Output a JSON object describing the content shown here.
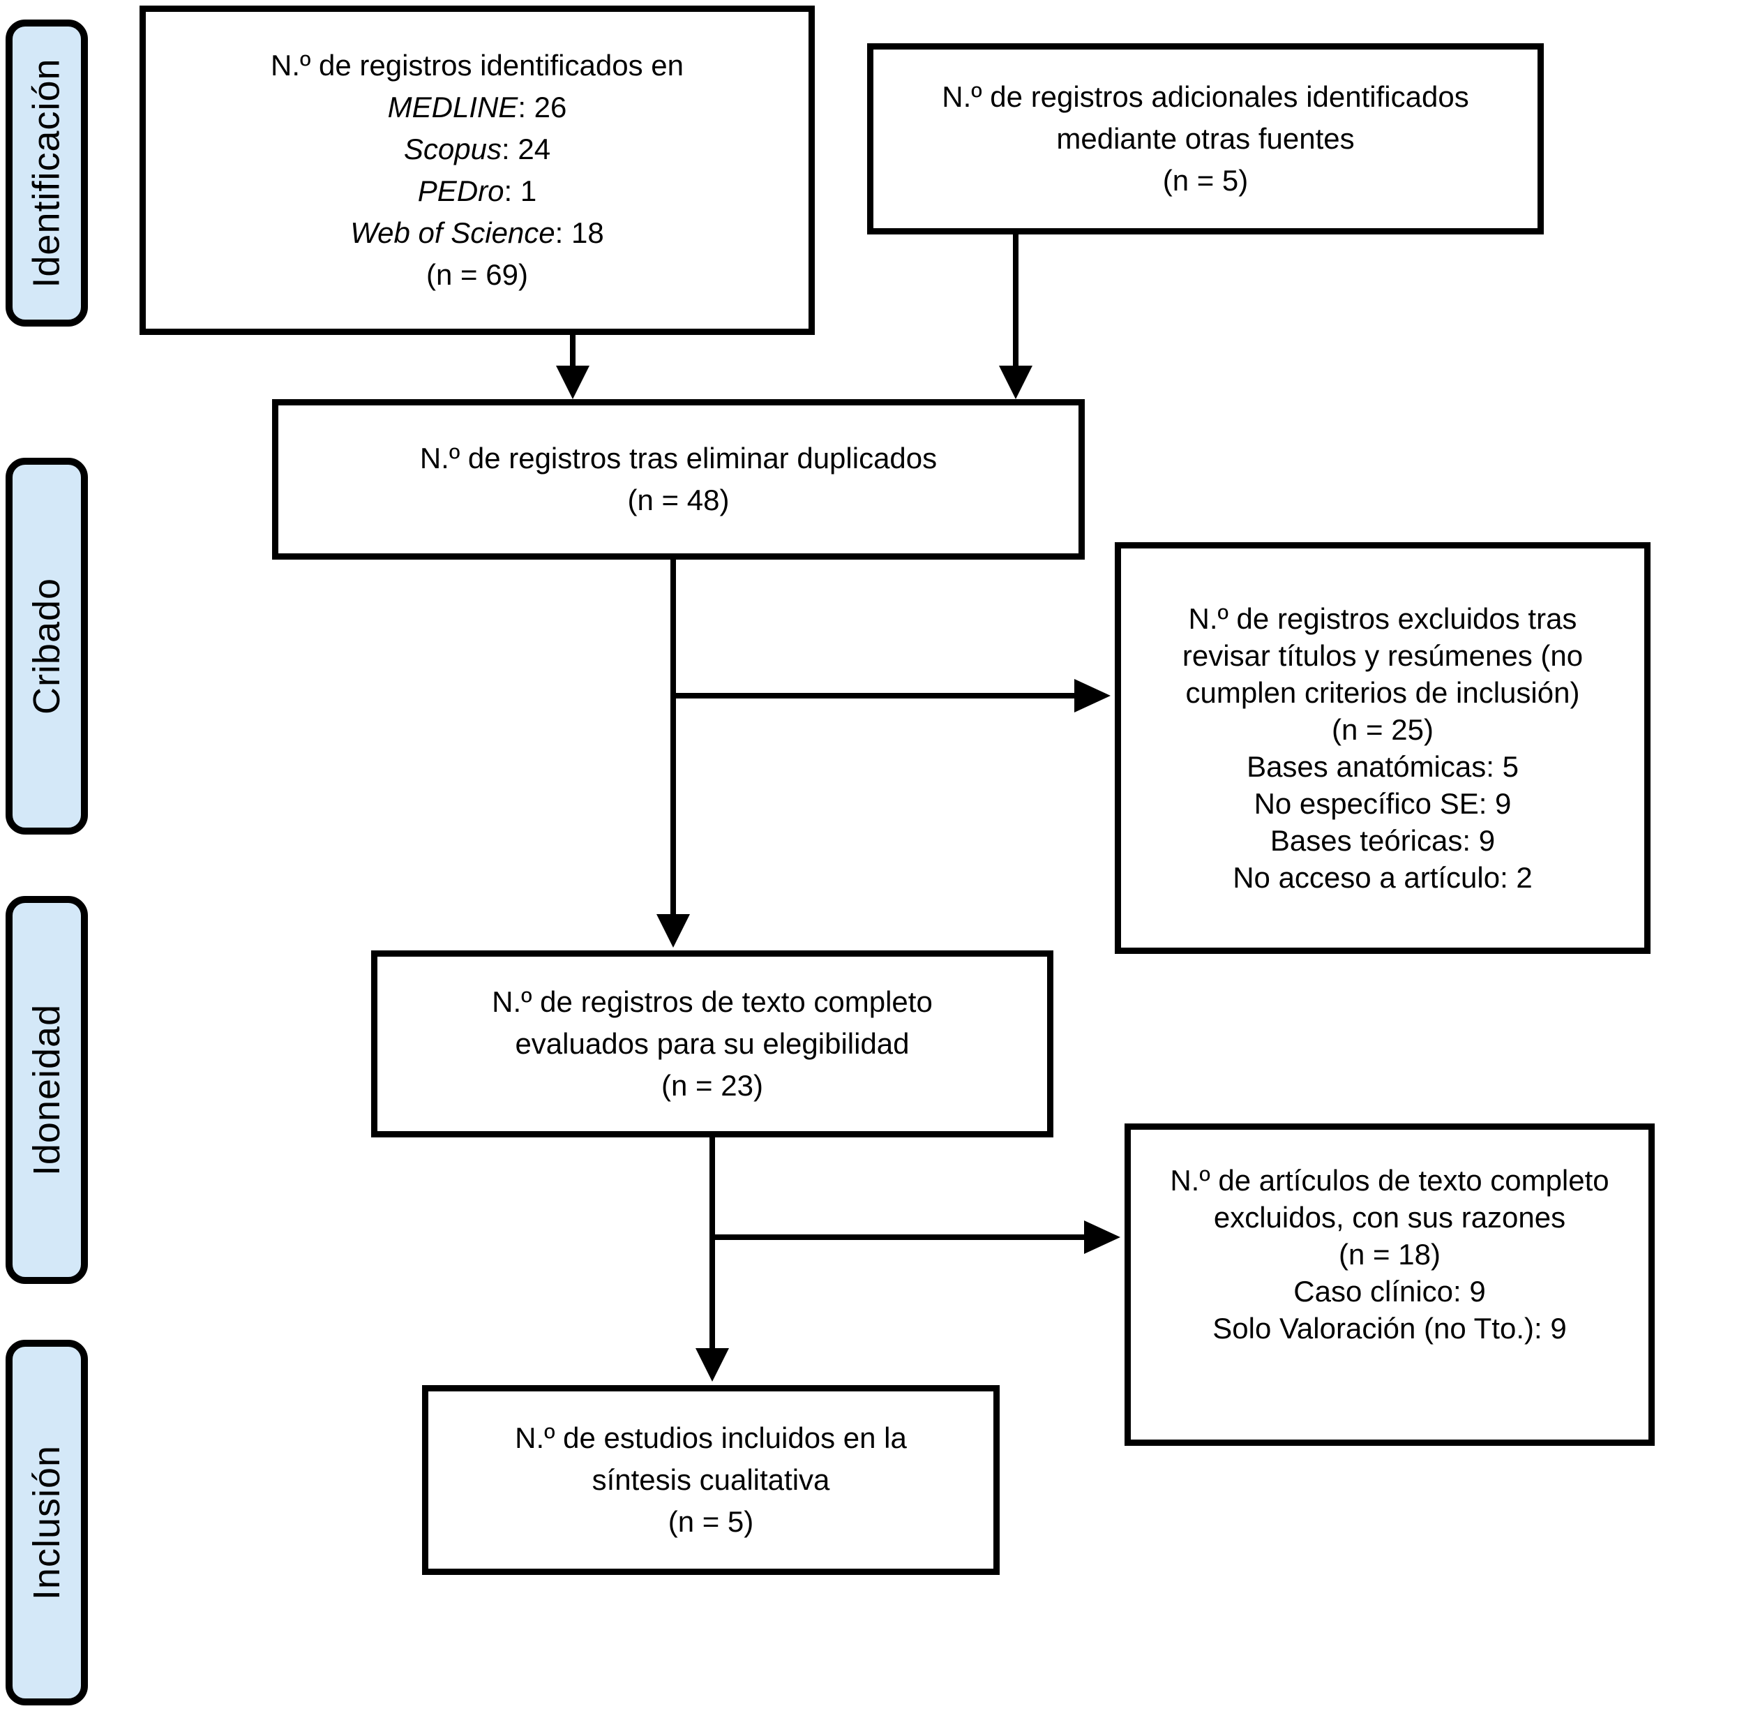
{
  "colors": {
    "stage_fill": "#d4e8f8",
    "line": "#000000",
    "box_fill": "#ffffff"
  },
  "stages": [
    {
      "label": "Identificación"
    },
    {
      "label": "Cribado"
    },
    {
      "label": "Idoneidad"
    },
    {
      "label": "Inclusión"
    }
  ],
  "boxes": {
    "identified": {
      "lines": [
        "N.º de registros identificados en",
        {
          "segments": [
            {
              "text": "MEDLINE",
              "italic": true
            },
            {
              "text": ": 26",
              "italic": false
            }
          ]
        },
        {
          "segments": [
            {
              "text": "Scopus",
              "italic": true
            },
            {
              "text": ": 24",
              "italic": false
            }
          ]
        },
        {
          "segments": [
            {
              "text": "PEDro",
              "italic": true
            },
            {
              "text": ": 1",
              "italic": false
            }
          ]
        },
        {
          "segments": [
            {
              "text": "Web of Science",
              "italic": true
            },
            {
              "text": ": 18",
              "italic": false
            }
          ]
        },
        "(n = 69)"
      ]
    },
    "additional": {
      "lines": [
        "N.º de registros adicionales identificados",
        "mediante otras fuentes",
        "(n = 5)"
      ]
    },
    "deduplicated": {
      "lines": [
        "N.º de registros tras eliminar duplicados",
        "(n = 48)"
      ]
    },
    "excluded_screening": {
      "lines": [
        "N.º de registros excluidos tras",
        "revisar títulos y resúmenes (no",
        "cumplen criterios de inclusión)",
        "(n = 25)",
        "Bases anatómicas: 5",
        "No específico SE: 9",
        "Bases teóricas: 9",
        "No acceso a artículo: 2"
      ]
    },
    "fulltext": {
      "lines": [
        "N.º de registros de texto completo",
        "evaluados para su elegibilidad",
        "(n = 23)"
      ]
    },
    "excluded_eligibility": {
      "lines": [
        "N.º de artículos de texto completo",
        "excluidos, con sus razones",
        "(n = 18)",
        "Caso clínico: 9",
        "Solo Valoración (no Tto.): 9"
      ]
    },
    "included": {
      "lines": [
        "N.º de estudios incluidos en la",
        "síntesis cualitativa",
        "(n = 5)"
      ]
    }
  }
}
